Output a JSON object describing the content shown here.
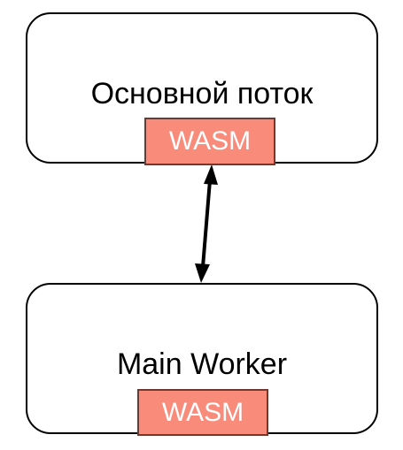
{
  "diagram": {
    "top_box": {
      "title": "Основной поток",
      "badge": "WASM"
    },
    "bottom_box": {
      "title": "Main Worker",
      "badge": "WASM"
    },
    "connector": {
      "type": "double-arrow"
    }
  },
  "colors": {
    "badge_fill": "#f98b7b",
    "badge_border": "#6b3a33",
    "box_border": "#000000",
    "badge_text": "#ffffff"
  }
}
